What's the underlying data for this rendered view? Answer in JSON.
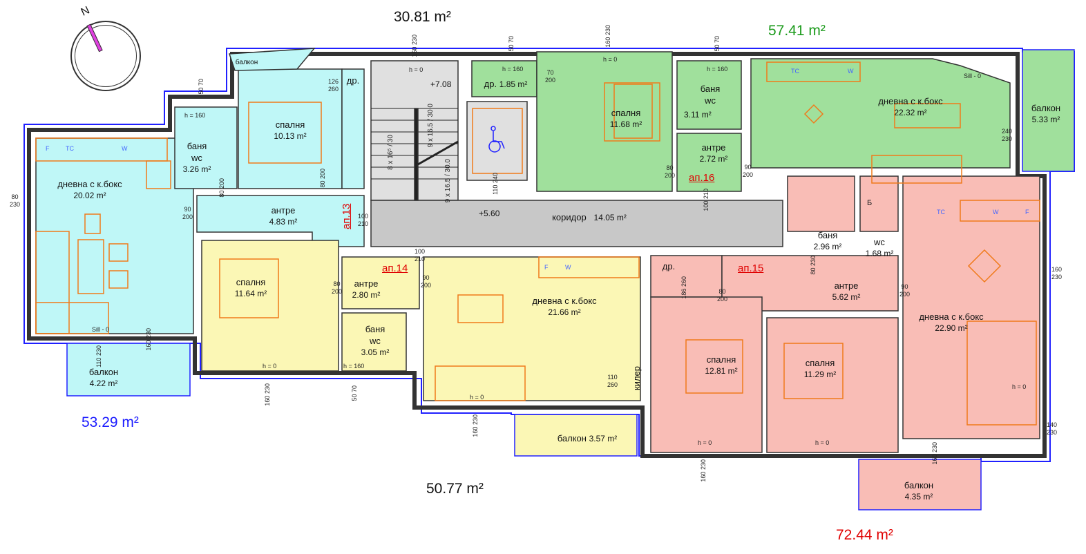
{
  "compass": {
    "north_label": "N"
  },
  "totals": {
    "apt13": "53.29 m²",
    "apt14": "50.77 m²",
    "apt15": "72.44 m²",
    "apt16": "57.41 m²",
    "common": "30.81 m²"
  },
  "apartments": {
    "a13": "ап.13",
    "a14": "ап.14",
    "a15": "ап.15",
    "a16": "ап.16"
  },
  "colors": {
    "apt13": "#bff7f7",
    "apt14": "#fbf7b5",
    "apt15": "#f9bdb6",
    "apt16": "#a0e09c",
    "common": "#c8c8c8",
    "furniture": "#f07a1a",
    "windows": "#4da3ff"
  },
  "rooms": {
    "living13": {
      "name": "дневна с к.бокс",
      "area": "20.02 m²"
    },
    "bath13": {
      "name": "баня",
      "name2": "wc",
      "area": "3.26 m²"
    },
    "bed13": {
      "name": "спалня",
      "area": "10.13 m²"
    },
    "balcony13_top": {
      "name": "балкон"
    },
    "storage13": {
      "name": "др."
    },
    "hall13": {
      "name": "антре",
      "area": "4.83 m²"
    },
    "balcony13": {
      "name": "балкон",
      "area": "4.22 m²"
    },
    "bed14": {
      "name": "спалня",
      "area": "11.64 m²"
    },
    "hall14": {
      "name": "антре",
      "area": "2.80 m²"
    },
    "bath14": {
      "name": "баня",
      "name2": "wc",
      "area": "3.05 m²"
    },
    "living14": {
      "name": "дневна с к.бокс",
      "area": "21.66 m²"
    },
    "balcony14": {
      "name": "балкон",
      "area": "3.57 m²"
    },
    "pantry14": {
      "name": "килер"
    },
    "corridor": {
      "name": "коридор",
      "area": "14.05 m²"
    },
    "storage16": {
      "name": "др.",
      "area": "1.85 m²"
    },
    "bed16": {
      "name": "спалня",
      "area": "11.68 m²"
    },
    "bath16": {
      "name": "баня",
      "name2": "wc",
      "area": "3.11 m²"
    },
    "hall16": {
      "name": "антре",
      "area": "2.72 m²"
    },
    "living16": {
      "name": "дневна с к.бокс",
      "area": "22.32 m²"
    },
    "balcony16": {
      "name": "балкон",
      "area": "5.33 m²"
    },
    "storage15": {
      "name": "др."
    },
    "hall15": {
      "name": "антре",
      "area": "5.62 m²"
    },
    "bath15": {
      "name": "баня",
      "area": "2.96 m²"
    },
    "wc15": {
      "name": "wc",
      "area": "1.68 m²"
    },
    "living15": {
      "name": "дневна с к.бокс",
      "area": "22.90 m²"
    },
    "bed15a": {
      "name": "спалня",
      "area": "12.81 m²"
    },
    "bed15b": {
      "name": "спалня",
      "area": "11.29 m²"
    },
    "balcony15": {
      "name": "балкон",
      "area": "4.35 m²"
    }
  },
  "stairs": {
    "level_top": "+7.08",
    "level_corridor": "+5.60",
    "flight1": "8 x 16⁵ / 30",
    "flight2": "9 x 16.5 / 30.0",
    "flight3": "9 x 16.5 / 30.0"
  },
  "dims": {
    "d1": [
      "50",
      "70"
    ],
    "d2": [
      "160",
      "230"
    ],
    "d3": [
      "50",
      "70"
    ],
    "d4": [
      "160",
      "230"
    ],
    "d5": [
      "50",
      "70"
    ],
    "d6": [
      "80",
      "230"
    ],
    "d7": [
      "126",
      "260"
    ],
    "d8": [
      "90",
      "200"
    ],
    "d9": [
      "100",
      "210"
    ],
    "d10": [
      "80",
      "200"
    ],
    "d11": [
      "80",
      "200"
    ],
    "d12": [
      "110",
      "230"
    ],
    "d13": [
      "160",
      "230"
    ],
    "d14": [
      "160",
      "230"
    ],
    "d15": [
      "50",
      "70"
    ],
    "d16": [
      "160",
      "230"
    ],
    "d17": [
      "110",
      "260"
    ],
    "d18": [
      "90",
      "200"
    ],
    "d19": [
      "80",
      "200"
    ],
    "d20": [
      "100",
      "210"
    ],
    "d21": [
      "70",
      "200"
    ],
    "d22": [
      "110",
      "240"
    ],
    "d23": [
      "80",
      "200"
    ],
    "d24": [
      "100",
      "210"
    ],
    "d25": [
      "90",
      "200"
    ],
    "d26": [
      "240",
      "230"
    ],
    "d27": [
      "160",
      "230"
    ],
    "d28": [
      "140",
      "230"
    ],
    "d29": [
      "160",
      "230"
    ],
    "d30": [
      "160",
      "230"
    ],
    "d31": [
      "186",
      "260"
    ],
    "d32": [
      "80",
      "200"
    ],
    "d33": [
      "90",
      "200"
    ],
    "d34": [
      "80",
      "230"
    ]
  },
  "notes": {
    "h0": "h = 0",
    "h160": "h = 160",
    "sill": "Sill - 0",
    "tc": "TC",
    "f": "F",
    "w": "W",
    "b": "Б"
  }
}
